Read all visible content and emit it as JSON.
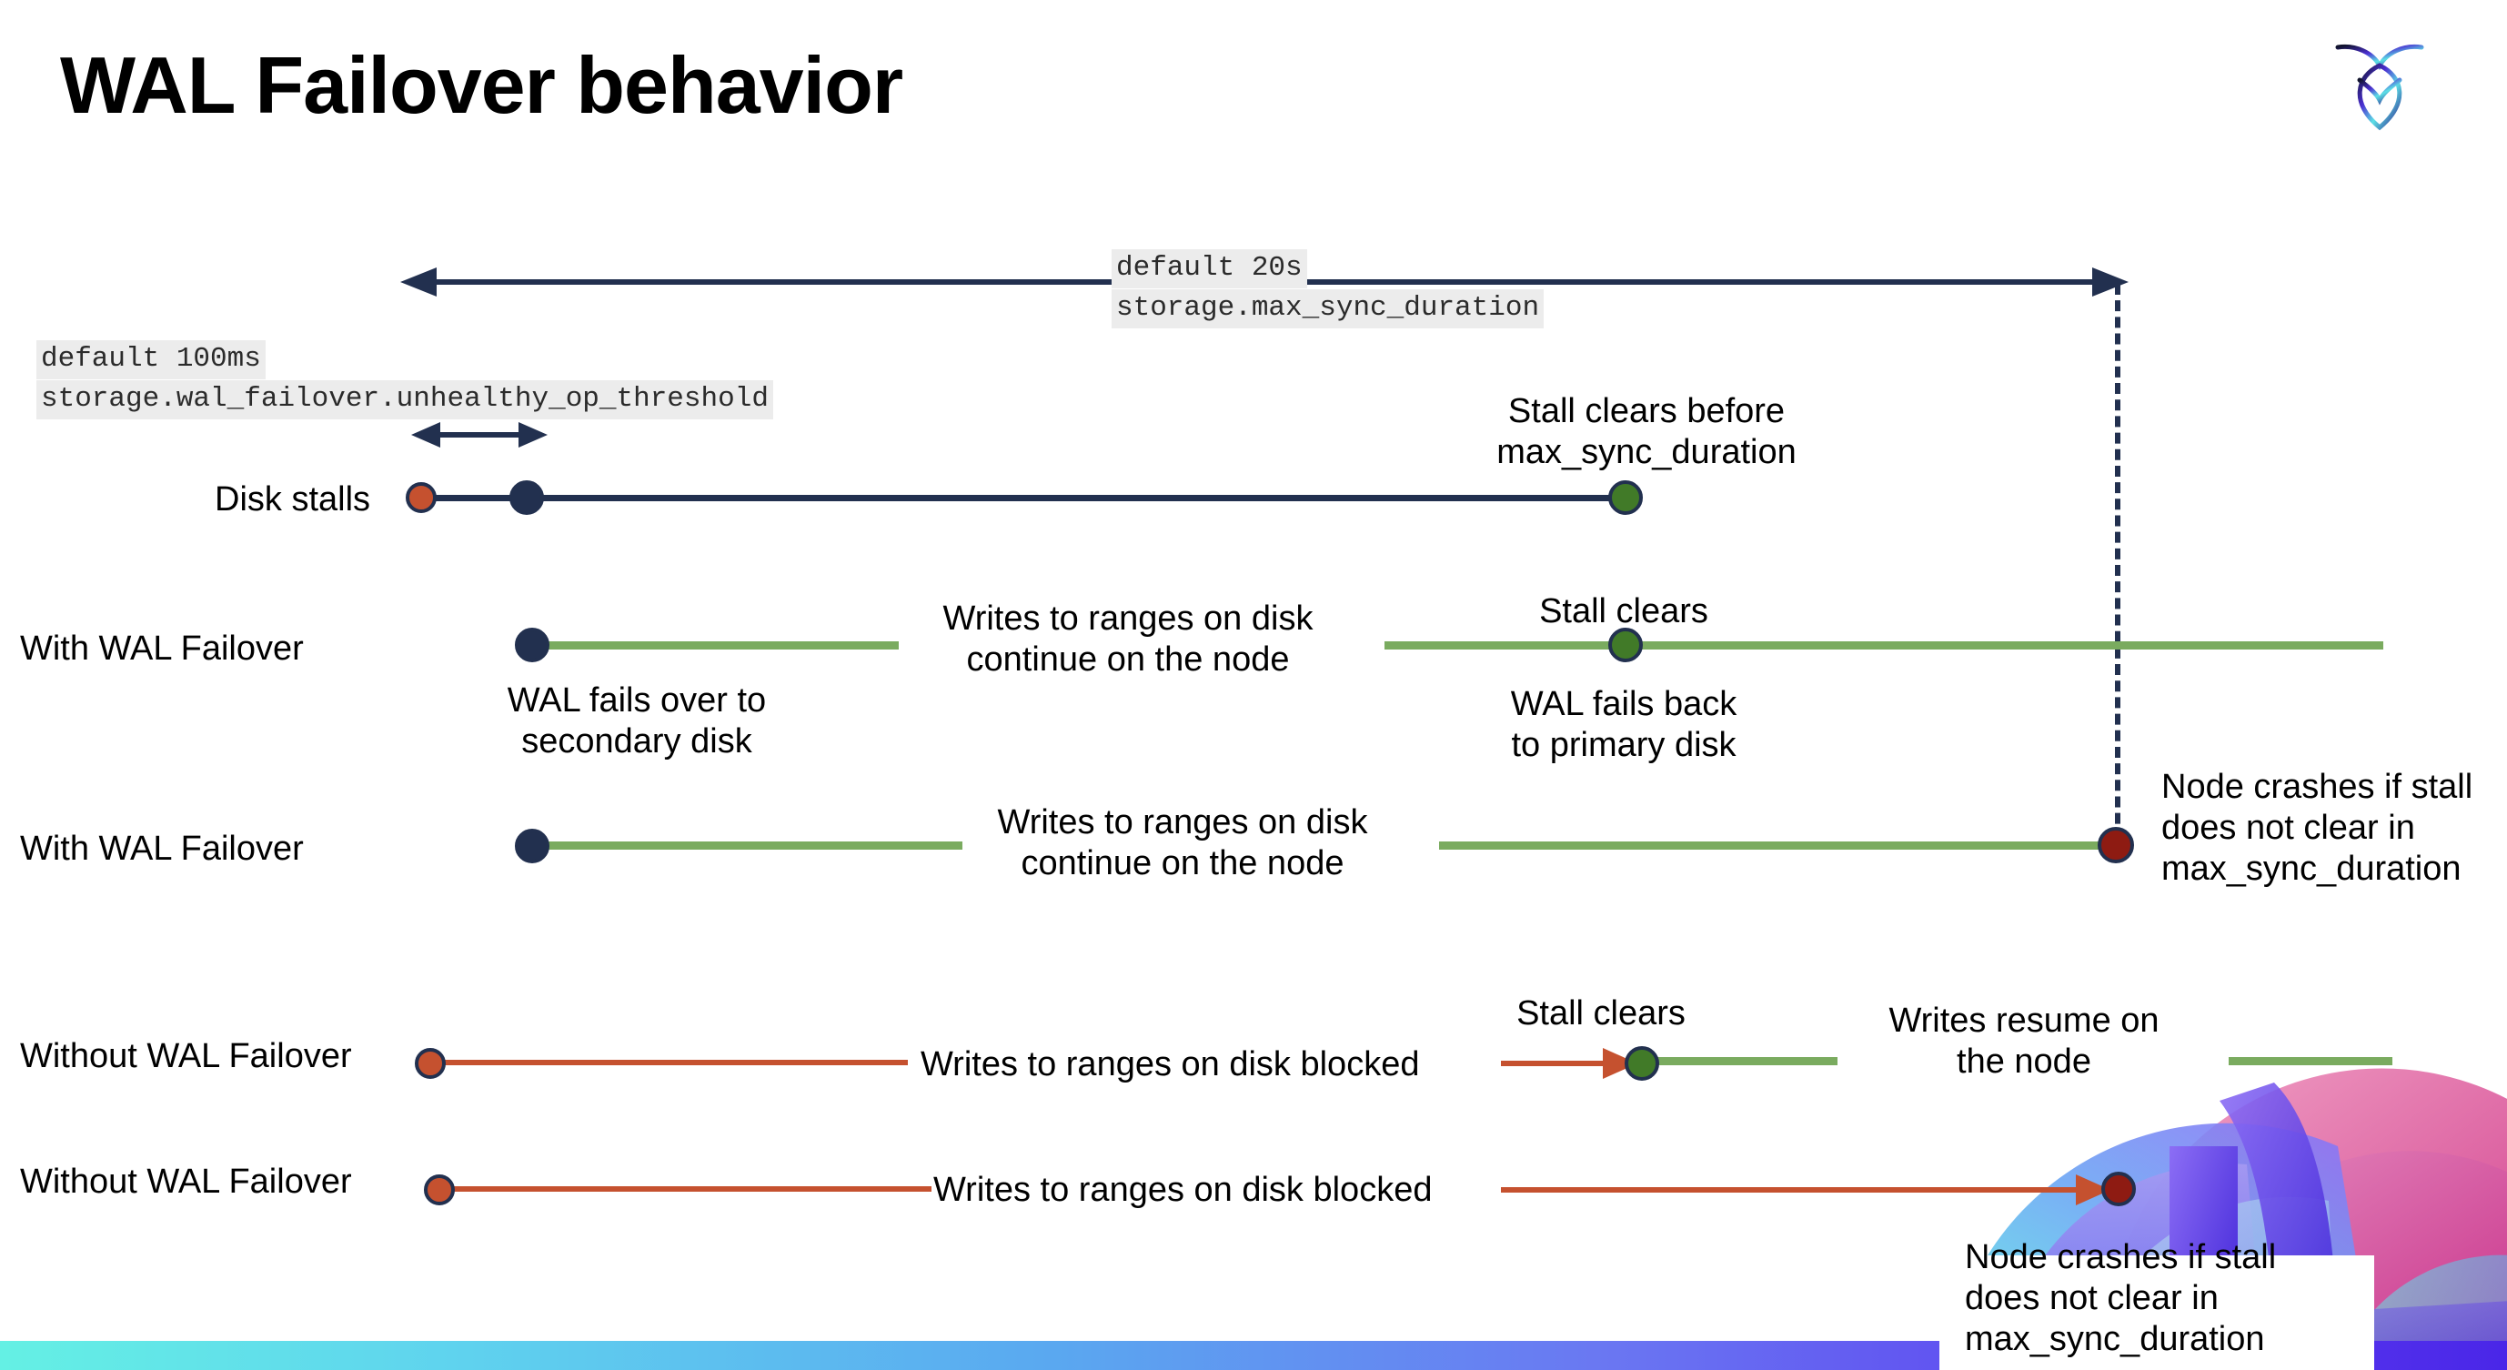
{
  "slide": {
    "title": "WAL Failover behavior",
    "logo_icon": "cockroachdb-logo-icon",
    "brand_colors": {
      "navy": "#22304f",
      "green_line": "#7aab5f",
      "green_dot": "#417a28",
      "orange": "#c5512f",
      "crash_red": "#8e1b12",
      "chip_bg": "#ececec"
    }
  },
  "top_scale": {
    "code_default": "default 20s",
    "code_setting": "storage.max_sync_duration",
    "arrow_icon": "double-headed-arrow-icon"
  },
  "threshold_scale": {
    "code_default": "default 100ms",
    "code_setting": "storage.wal_failover.unhealthy_op_threshold",
    "arrow_icon": "double-headed-arrow-icon"
  },
  "rows": [
    {
      "id": "disk-stalls",
      "label": "Disk stalls",
      "notes": [
        {
          "id": "stall-clears-before",
          "text": "Stall clears before\nmax_sync_duration"
        }
      ]
    },
    {
      "id": "with-wal-failover-clears",
      "label": "With WAL Failover",
      "notes": [
        {
          "id": "writes-continue",
          "text": "Writes to ranges on disk\ncontinue on the node"
        },
        {
          "id": "stall-clears",
          "text": "Stall clears"
        },
        {
          "id": "wal-fails-over",
          "text": "WAL fails over to\nsecondary disk"
        },
        {
          "id": "wal-fails-back",
          "text": "WAL fails  back\nto primary disk"
        }
      ]
    },
    {
      "id": "with-wal-failover-crash",
      "label": "With WAL Failover",
      "notes": [
        {
          "id": "writes-continue-2",
          "text": "Writes to ranges on disk\ncontinue on the node"
        },
        {
          "id": "node-crashes-1",
          "text": "Node crashes if stall\ndoes not clear in\nmax_sync_duration"
        }
      ]
    },
    {
      "id": "without-wal-failover-clears",
      "label": "Without WAL Failover",
      "notes": [
        {
          "id": "writes-blocked",
          "text": "Writes to ranges on disk  blocked"
        },
        {
          "id": "stall-clears-2",
          "text": "Stall clears"
        },
        {
          "id": "writes-resume",
          "text": "Writes resume on\nthe node"
        }
      ]
    },
    {
      "id": "without-wal-failover-crash",
      "label": "Without WAL Failover",
      "notes": [
        {
          "id": "writes-blocked-2",
          "text": "Writes to ranges on disk  blocked"
        },
        {
          "id": "node-crashes-2",
          "text": "Node crashes if stall\ndoes not clear in\nmax_sync_duration"
        }
      ]
    }
  ],
  "text": {
    "title": "WAL Failover behavior",
    "disk_stalls_label": "Disk stalls",
    "with_wal_failover_1": "With WAL Failover",
    "with_wal_failover_2": "With WAL Failover",
    "without_wal_failover_1": "Without WAL Failover",
    "without_wal_failover_2": "Without WAL Failover",
    "default_20s": "default 20s",
    "storage_max_sync_duration": "storage.max_sync_duration",
    "default_100ms": "default 100ms",
    "storage_unhealthy_op_threshold": "storage.wal_failover.unhealthy_op_threshold",
    "stall_clears_before_l1": "Stall clears before",
    "stall_clears_before_l2": "max_sync_duration",
    "writes_continue_l1": "Writes to ranges on disk",
    "writes_continue_l2": "continue on the node",
    "stall_clears": "Stall clears",
    "wal_fails_over_l1": "WAL fails over to",
    "wal_fails_over_l2": "secondary disk",
    "wal_fails_back_l1": "WAL fails  back",
    "wal_fails_back_l2": "to primary disk",
    "writes_continue2_l1": "Writes to ranges on disk",
    "writes_continue2_l2": "continue on the node",
    "node_crashes_l1": "Node crashes if stall",
    "node_crashes_l2": "does not clear in",
    "node_crashes_l3": "max_sync_duration",
    "writes_blocked": "Writes to ranges on disk  blocked",
    "stall_clears_2": "Stall clears",
    "writes_resume_l1": "Writes resume on",
    "writes_resume_l2": "the node",
    "writes_blocked_2": "Writes to ranges on disk  blocked",
    "node_crashes2_l1": "Node crashes if stall",
    "node_crashes2_l2": "does not clear in",
    "node_crashes2_l3": "max_sync_duration"
  }
}
